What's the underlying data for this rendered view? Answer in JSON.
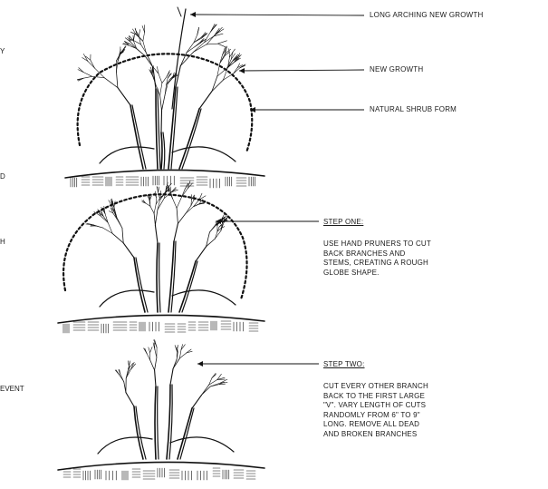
{
  "labels": {
    "long_arching": "LONG ARCHING NEW GROWTH",
    "new_growth": "NEW GROWTH",
    "natural_form": "NATURAL SHRUB FORM"
  },
  "steps": [
    {
      "title": "STEP ONE:",
      "lines": [
        "USE HAND PRUNERS TO CUT",
        "BACK BRANCHES AND",
        "STEMS, CREATING A ROUGH",
        "GLOBE SHAPE."
      ]
    },
    {
      "title": "STEP TWO:",
      "lines": [
        "CUT EVERY OTHER BRANCH",
        "BACK TO THE FIRST LARGE",
        "\"V\". VARY LENGTH OF CUTS",
        "RANDOMLY FROM 6\" TO 9\"",
        "LONG. REMOVE ALL DEAD",
        "AND BROKEN BRANCHES"
      ]
    }
  ],
  "margin_fragments": [
    "Y",
    "D",
    "H",
    "EVENT"
  ]
}
